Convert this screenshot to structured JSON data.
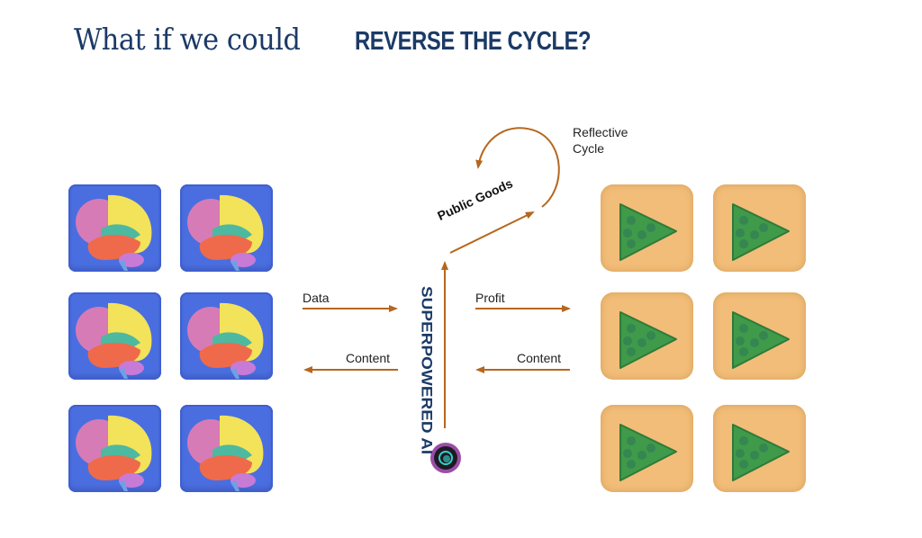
{
  "title": {
    "prefix": "What if we could",
    "emphasis": "REVERSE THE CYCLE?"
  },
  "colors": {
    "title": "#1b3a66",
    "arrow": "#b5671f",
    "brain_tile": "#4a6ee0",
    "play_tile": "#f2bd78",
    "play_triangle": "#3f9a4a"
  },
  "left_group": {
    "icon": "brain-icon",
    "count": 6
  },
  "right_group": {
    "icon": "play-icon",
    "count": 6
  },
  "center": {
    "label": "SUPERPOWERED AI",
    "icon": "ai-orb-icon"
  },
  "flows": {
    "left_in": "Data",
    "left_out": "Content",
    "right_out": "Profit",
    "right_in": "Content",
    "public_goods": "Public Goods",
    "reflective_cycle_line1": "Reflective",
    "reflective_cycle_line2": "Cycle"
  }
}
